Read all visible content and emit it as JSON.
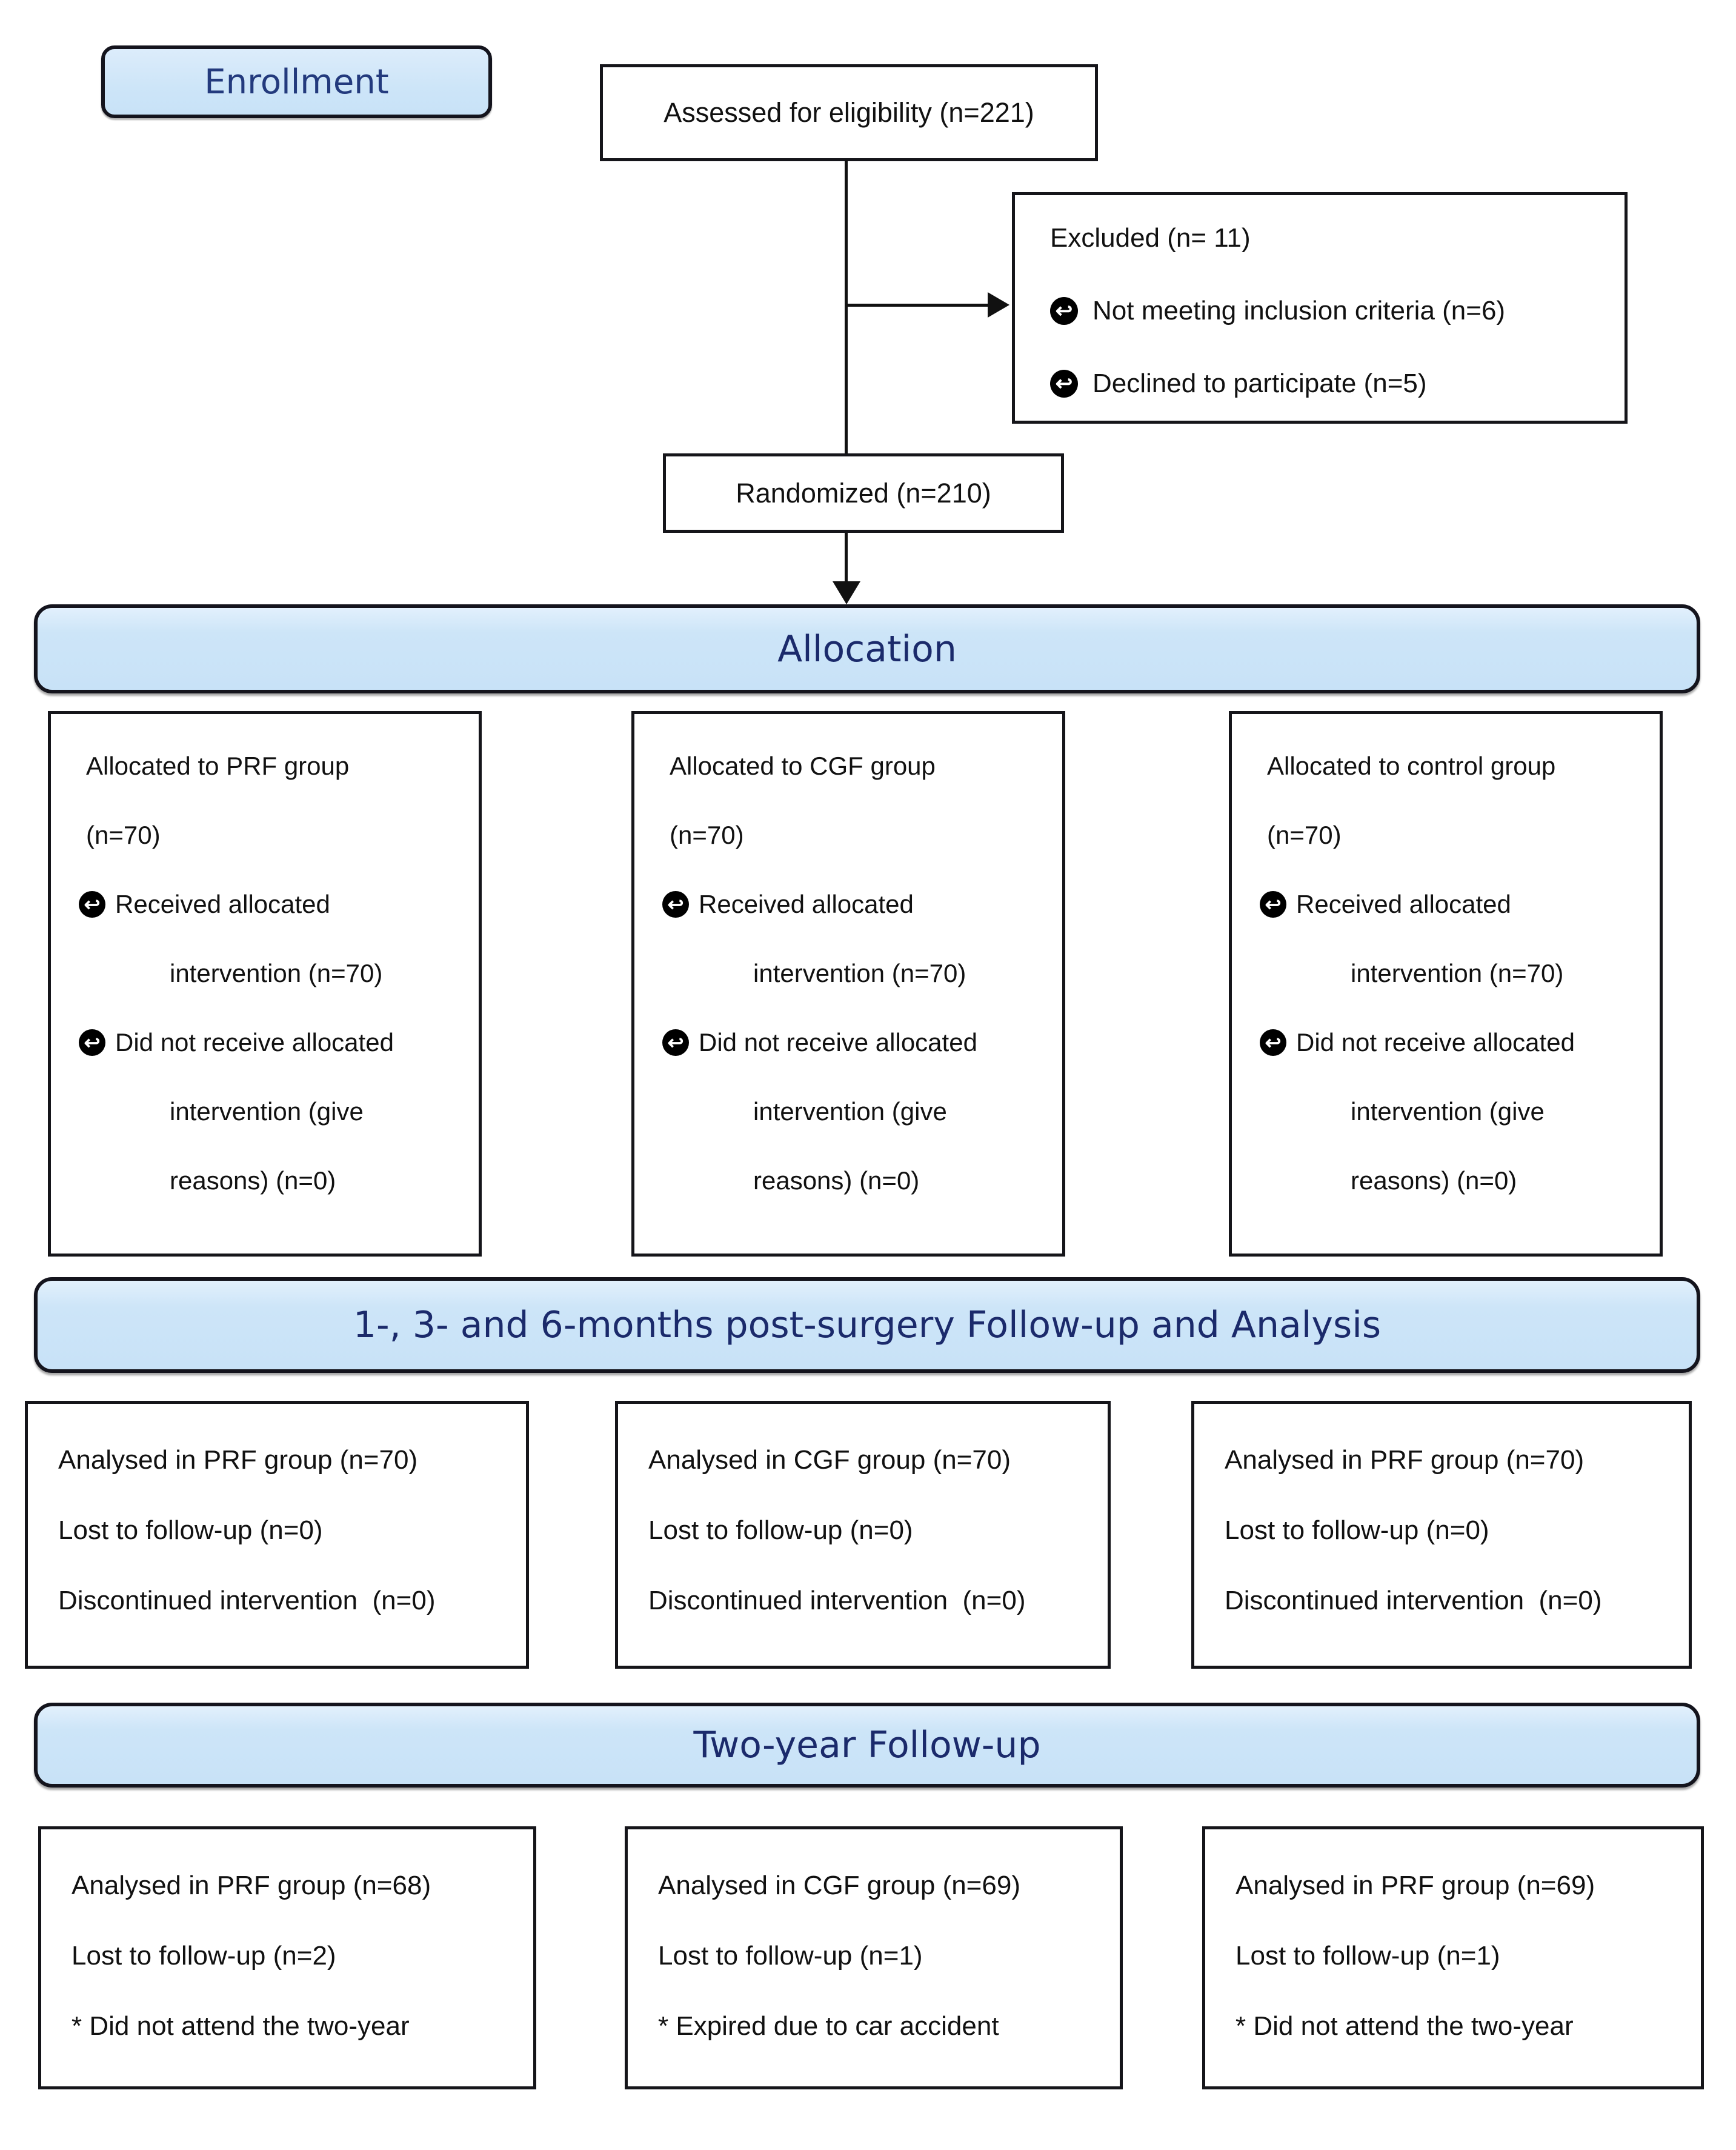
{
  "diagram": {
    "enrollment_label": "Enrollment",
    "assessed_label": "Assessed for eligibility (n=221)",
    "excluded": {
      "title": "Excluded (n= 11)",
      "item1": "Not meeting inclusion criteria (n=6)",
      "item2": "Declined to participate (n=5)"
    },
    "randomized_label": "Randomized (n=210)",
    "banners": {
      "allocation": "Allocation",
      "followup": "1-, 3- and 6-months post-surgery Follow-up and Analysis",
      "twoyear": "Two-year Follow-up"
    },
    "allocation_boxes": [
      {
        "l1": "Allocated to PRF group",
        "l2": "(n=70)",
        "b1l1": "Received allocated",
        "b1l2": "intervention (n=70)",
        "b2l1": "Did not receive allocated",
        "b2l2": "intervention (give",
        "b2l3": "reasons) (n=0)"
      },
      {
        "l1": "Allocated to CGF group",
        "l2": "(n=70)",
        "b1l1": "Received allocated",
        "b1l2": "intervention (n=70)",
        "b2l1": "Did not receive allocated",
        "b2l2": "intervention (give",
        "b2l3": "reasons) (n=0)"
      },
      {
        "l1": "Allocated to control group",
        "l2": "(n=70)",
        "b1l1": "Received allocated",
        "b1l2": "intervention (n=70)",
        "b2l1": "Did not receive allocated",
        "b2l2": "intervention (give",
        "b2l3": "reasons) (n=0)"
      }
    ],
    "analysis_boxes": [
      {
        "l1": "Analysed in PRF group (n=70)",
        "l2": "Lost to follow-up (n=0)",
        "l3": "Discontinued intervention  (n=0)"
      },
      {
        "l1": "Analysed in CGF group (n=70)",
        "l2": "Lost to follow-up (n=0)",
        "l3": "Discontinued intervention  (n=0)"
      },
      {
        "l1": "Analysed in PRF group (n=70)",
        "l2": "Lost to follow-up (n=0)",
        "l3": "Discontinued intervention  (n=0)"
      }
    ],
    "twoyear_boxes": [
      {
        "l1": "Analysed in PRF group (n=68)",
        "l2": "Lost to follow-up (n=2)",
        "l3": "* Did not attend the two-year"
      },
      {
        "l1": "Analysed in CGF group (n=69)",
        "l2": "Lost to follow-up (n=1)",
        "l3": "* Expired due to car accident"
      },
      {
        "l1": "Analysed in PRF group (n=69)",
        "l2": "Lost to follow-up (n=1)",
        "l3": "* Did not attend the two-year"
      }
    ],
    "icons": {
      "bullet": "↩"
    },
    "colors": {
      "banner_fill": "#cde5f8",
      "banner_text": "#1b2a6b",
      "box_border": "#15151a",
      "connector": "#111111"
    }
  }
}
